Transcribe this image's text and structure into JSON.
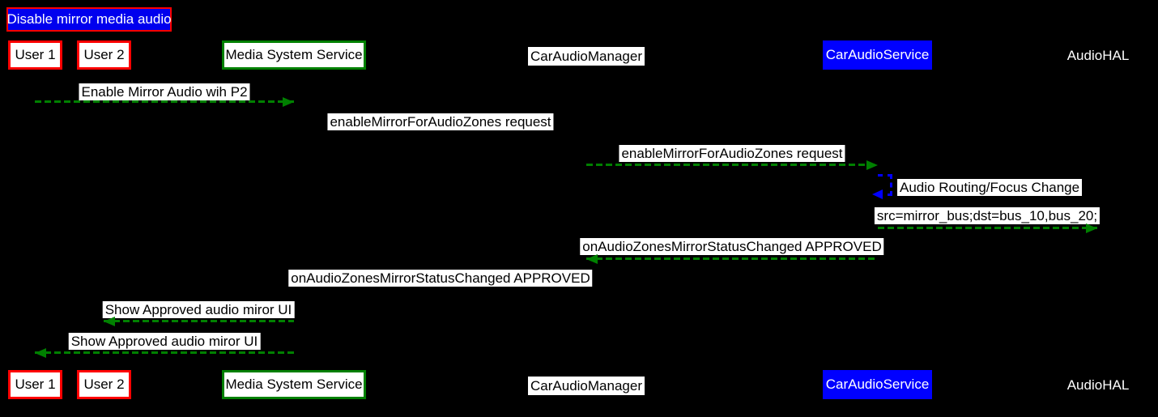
{
  "title": "Disable mirror media audio",
  "participants": [
    {
      "label": "User 1",
      "style": "red-box"
    },
    {
      "label": "User 2",
      "style": "red-box"
    },
    {
      "label": "Media System Service",
      "style": "green-box"
    },
    {
      "label": "CarAudioManager",
      "style": "white-tag"
    },
    {
      "label": "CarAudioService",
      "style": "blue-box"
    },
    {
      "label": "AudioHAL",
      "style": "plain-text"
    }
  ],
  "messages": [
    {
      "label": "Enable Mirror Audio wih P2",
      "from": "User 1",
      "to": "Media System Service",
      "arrow": "green-dashed",
      "direction": "right"
    },
    {
      "label": "enableMirrorForAudioZones request",
      "from": "Media System Service",
      "to": "CarAudioManager",
      "arrow": "hidden",
      "direction": "right"
    },
    {
      "label": "enableMirrorForAudioZones request",
      "from": "CarAudioManager",
      "to": "CarAudioService",
      "arrow": "green-dashed",
      "direction": "right"
    },
    {
      "label": "Audio Routing/Focus Change",
      "from": "CarAudioService",
      "to": "CarAudioService",
      "arrow": "blue-dashed",
      "direction": "self"
    },
    {
      "label": "src=mirror_bus;dst=bus_10,bus_20;",
      "from": "CarAudioService",
      "to": "AudioHAL",
      "arrow": "green-dashed",
      "direction": "right"
    },
    {
      "label": "onAudioZonesMirrorStatusChanged APPROVED",
      "from": "CarAudioService",
      "to": "CarAudioManager",
      "arrow": "green-dashed",
      "direction": "left"
    },
    {
      "label": "onAudioZonesMirrorStatusChanged APPROVED",
      "from": "CarAudioManager",
      "to": "Media System Service",
      "arrow": "hidden",
      "direction": "left"
    },
    {
      "label": "Show Approved audio miror UI",
      "from": "Media System Service",
      "to": "User 2",
      "arrow": "green-dashed",
      "direction": "left"
    },
    {
      "label": "Show Approved audio miror UI",
      "from": "Media System Service",
      "to": "User 1",
      "arrow": "green-dashed",
      "direction": "left"
    }
  ],
  "colors": {
    "background": "#000000",
    "message_arrow_green": "#008000",
    "self_arrow_blue": "#0000ff",
    "title_fill": "#0000ee",
    "title_border": "#ff0000",
    "user_box_border": "#ff0000",
    "media_service_box_border": "#008000",
    "car_audio_service_fill": "#0000ff",
    "label_background": "#ffffff",
    "label_text": "#000000"
  }
}
